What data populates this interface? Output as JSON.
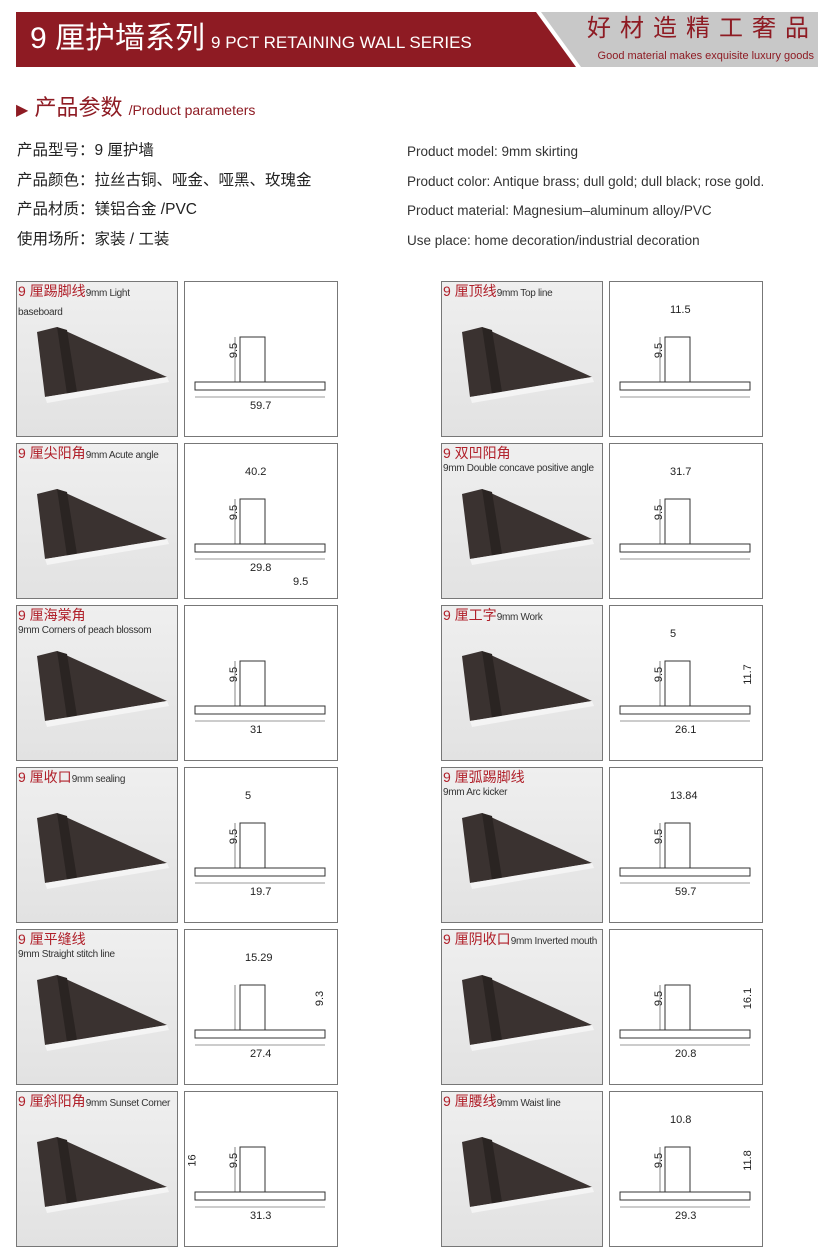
{
  "header": {
    "title_cn": "9 厘护墙系列",
    "title_en": "9 PCT RETAINING WALL SERIES",
    "slogan_cn": "好材造精工奢品",
    "slogan_en": "Good material makes exquisite luxury goods",
    "brand_color": "#8e1b23"
  },
  "section": {
    "title_cn": "产品参数",
    "title_en": "/Product parameters"
  },
  "params_cn": [
    "产品型号：9 厘护墙",
    "产品颜色：拉丝古铜、哑金、哑黑、玫瑰金",
    "产品材质：镁铝合金 /PVC",
    "使用场所：家装 / 工装"
  ],
  "params_en": [
    "Product model: 9mm skirting",
    "Product color: Antique brass; dull gold; dull black; rose gold.",
    "Product material: Magnesium–aluminum alloy/PVC",
    "Use place: home decoration/industrial decoration"
  ],
  "products": [
    {
      "cn": "9 厘踢脚线",
      "en": "9mm Light baseboard",
      "nl": false,
      "dims": {
        "v": "9.5",
        "bottom": "59.7"
      }
    },
    {
      "cn": "9 厘顶线",
      "en": "9mm Top line",
      "nl": false,
      "dims": {
        "top": "11.5",
        "v": "9.5"
      }
    },
    {
      "cn": "9 厘尖阳角",
      "en": "9mm Acute angle",
      "nl": false,
      "dims": {
        "top": "40.2",
        "v": "9.5",
        "bottom": "29.8",
        "bottom_right": "9.5"
      }
    },
    {
      "cn": "9 双凹阳角",
      "en": "9mm Double concave positive angle",
      "nl": true,
      "dims": {
        "top": "31.7",
        "v": "9.5"
      }
    },
    {
      "cn": "9 厘海棠角",
      "en": "9mm Corners of peach blossom",
      "nl": true,
      "dims": {
        "v": "9.5",
        "bottom": "31"
      }
    },
    {
      "cn": "9 厘工字",
      "en": "9mm Work",
      "nl": false,
      "dims": {
        "top": "5",
        "v": "9.5",
        "right": "11.7",
        "bottom": "26.1"
      }
    },
    {
      "cn": "9 厘收口",
      "en": "9mm sealing",
      "nl": false,
      "dims": {
        "top": "5",
        "v": "9.5",
        "bottom": "19.7"
      }
    },
    {
      "cn": "9 厘弧踢脚线",
      "en": "9mm Arc kicker",
      "nl": true,
      "dims": {
        "top": "13.84",
        "v": "9.5",
        "bottom": "59.7"
      }
    },
    {
      "cn": "9 厘平缝线",
      "en": "9mm Straight stitch line",
      "nl": true,
      "dims": {
        "top": "15.29",
        "right": "9.3",
        "bottom": "27.4"
      }
    },
    {
      "cn": "9 厘阴收口",
      "en": "9mm Inverted mouth",
      "nl": false,
      "dims": {
        "v": "9.5",
        "right": "16.1",
        "bottom": "20.8"
      }
    },
    {
      "cn": "9 厘斜阳角",
      "en": "9mm Sunset Corner",
      "nl": false,
      "dims": {
        "left": "16",
        "v": "9.5",
        "bottom": "31.3"
      }
    },
    {
      "cn": "9 厘腰线",
      "en": "9mm Waist line",
      "nl": false,
      "dims": {
        "top": "10.8",
        "v": "9.5",
        "right": "11.8",
        "bottom": "29.3"
      }
    }
  ]
}
